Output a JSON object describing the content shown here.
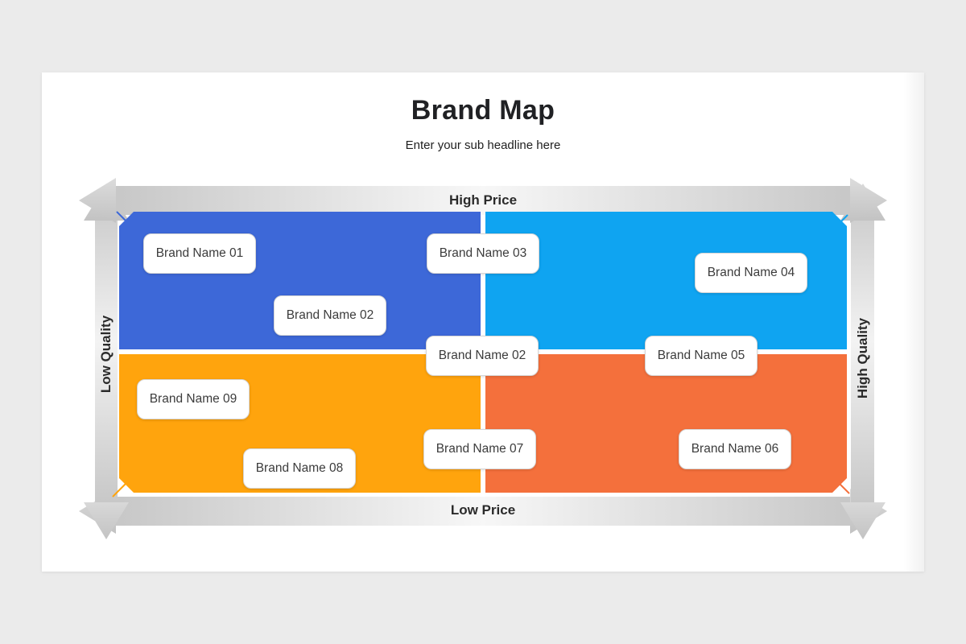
{
  "slide": {
    "title": "Brand Map",
    "subtitle": "Enter your sub headline here"
  },
  "axes": {
    "top": "High Price",
    "bottom": "Low Price",
    "left": "Low Quality",
    "right": "High Quality"
  },
  "brands": [
    {
      "label": "Brand Name 01"
    },
    {
      "label": "Brand Name 02"
    },
    {
      "label": "Brand Name 03"
    },
    {
      "label": "Brand Name 04"
    },
    {
      "label": "Brand Name 02"
    },
    {
      "label": "Brand Name 05"
    },
    {
      "label": "Brand Name 09"
    },
    {
      "label": "Brand Name 08"
    },
    {
      "label": "Brand Name 07"
    },
    {
      "label": "Brand Name 06"
    }
  ],
  "colors": {
    "page_background": "#EBEBEB",
    "slide_background": "#FFFFFF",
    "quadrant_top_left": "#3D68D8",
    "quadrant_top_right": "#0FA4F1",
    "quadrant_bottom_left": "#FFA40D",
    "quadrant_bottom_right": "#F4703C",
    "axis_text": "#2B2B2B"
  }
}
